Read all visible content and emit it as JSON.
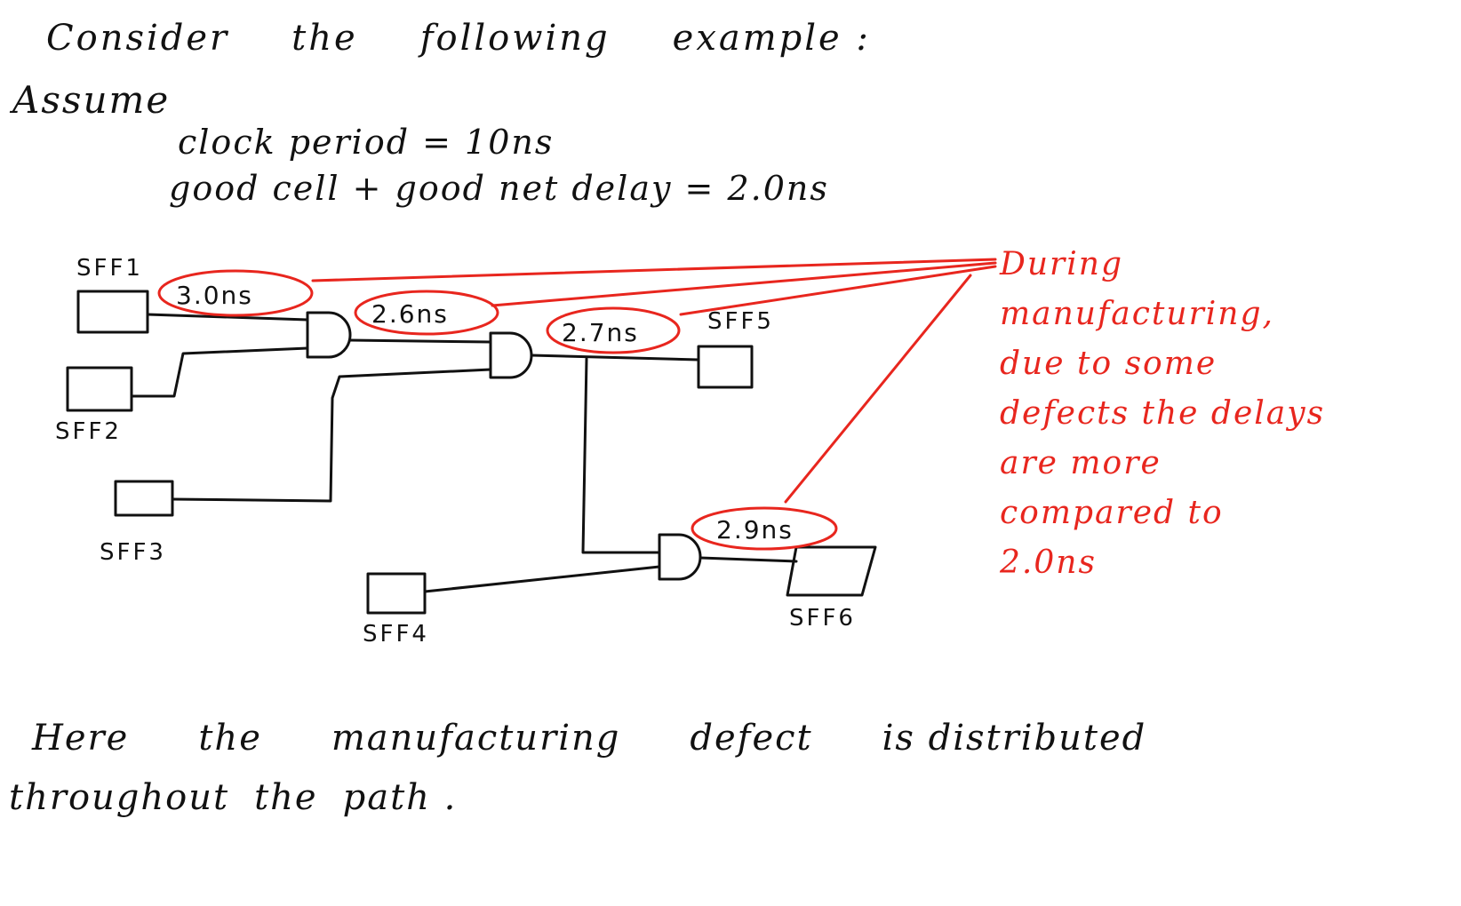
{
  "intro": {
    "heading_words": [
      "Consider",
      "the",
      "following",
      "example :"
    ],
    "assume": "Assume",
    "clock_period": "clock period = 10ns",
    "good_delay": "good cell + good net delay = 2.0ns"
  },
  "circuit": {
    "flip_flops": [
      "SFF1",
      "SFF2",
      "SFF3",
      "SFF4",
      "SFF5",
      "SFF6"
    ],
    "delays": [
      "3.0ns",
      "2.6ns",
      "2.7ns",
      "2.9ns"
    ],
    "colors": {
      "ink": "#111111",
      "annotation": "#e8261e"
    }
  },
  "annotation": {
    "lines": [
      "During",
      "manufacturing,",
      "due to some",
      "defects the delays",
      "are more",
      "compared to",
      "2.0ns"
    ]
  },
  "conclusion": {
    "line1_words": [
      "Here",
      "the",
      "manufacturing",
      "defect",
      "is distributed"
    ],
    "line2_words": [
      "throughout",
      "the",
      "path ."
    ]
  }
}
